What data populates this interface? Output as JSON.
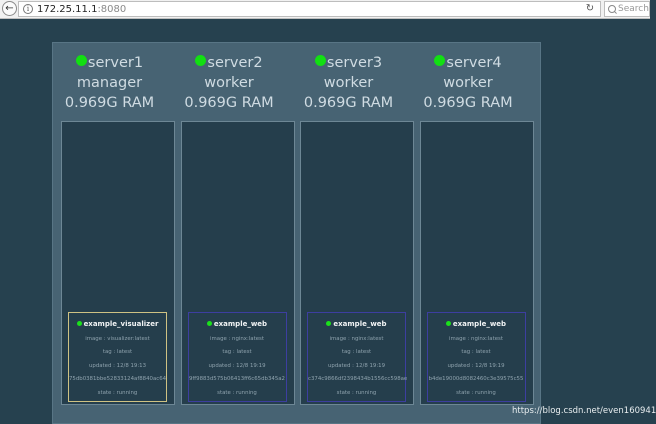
{
  "browser": {
    "back_icon": "arrow-left-icon",
    "info_icon": "info-icon",
    "url_host": "172.25.11.1",
    "url_port": ":8080",
    "reload_icon": "reload-icon",
    "search_placeholder": "Search"
  },
  "nodes": [
    {
      "name": "server1",
      "role": "manager",
      "ram": "0.969G RAM",
      "status_color": "#12e012",
      "task": {
        "name": "example_visualizer",
        "image": "image : visualizer:latest",
        "tag": "tag : latest",
        "updated": "updated : 12/8 19:13",
        "id": "75db0381bbe52833124af8840ac64",
        "state": "state : running",
        "border_color": "#cfc283"
      }
    },
    {
      "name": "server2",
      "role": "worker",
      "ram": "0.969G RAM",
      "status_color": "#12e012",
      "task": {
        "name": "example_web",
        "image": "image : nginx:latest",
        "tag": "tag : latest",
        "updated": "updated : 12/8 19:19",
        "id": "9ff9883d575b06413ff6c65db345a2",
        "state": "state : running",
        "border_color": "#3d3ea0"
      }
    },
    {
      "name": "server3",
      "role": "worker",
      "ram": "0.969G RAM",
      "status_color": "#12e012",
      "task": {
        "name": "example_web",
        "image": "image : nginx:latest",
        "tag": "tag : latest",
        "updated": "updated : 12/8 19:19",
        "id": "c374c9866df2398434b1556cc598ae",
        "state": "state : running",
        "border_color": "#3d3ea0"
      }
    },
    {
      "name": "server4",
      "role": "worker",
      "ram": "0.969G RAM",
      "status_color": "#12e012",
      "task": {
        "name": "example_web",
        "image": "image : nginx:latest",
        "tag": "tag : latest",
        "updated": "updated : 12/8 19:19",
        "id": "b4de19000d8082460c3e39575c55",
        "state": "state : running",
        "border_color": "#3d3ea0"
      }
    }
  ],
  "watermark": "https://blog.csdn.net/even160941"
}
